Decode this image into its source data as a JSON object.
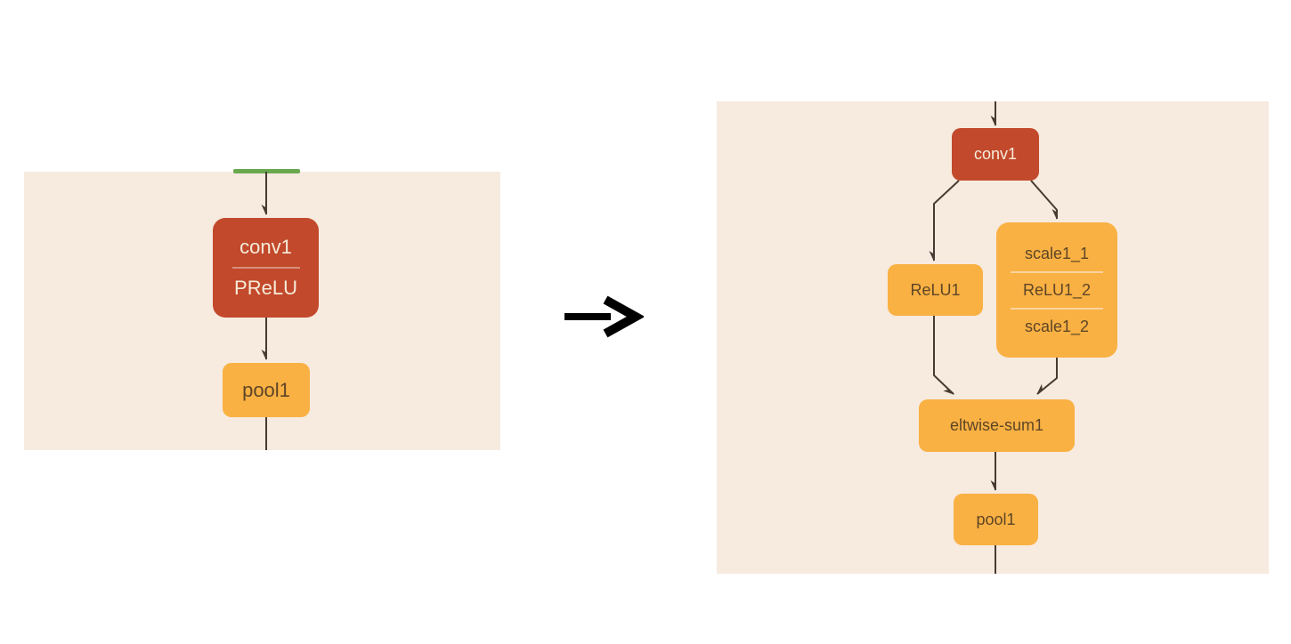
{
  "figure": {
    "before_panel": {
      "nodes": {
        "conv1": {
          "top_label": "conv1",
          "bottom_label": "PReLU"
        },
        "pool1": {
          "label": "pool1"
        }
      }
    },
    "after_panel": {
      "nodes": {
        "conv1": {
          "label": "conv1"
        },
        "relu1": {
          "label": "ReLU1"
        },
        "scale_stack": {
          "rows": [
            "scale1_1",
            "ReLU1_2",
            "scale1_2"
          ]
        },
        "eltwise_sum1": {
          "label": "eltwise-sum1"
        },
        "pool1": {
          "label": "pool1"
        }
      }
    }
  },
  "colors": {
    "panel_bg": "#f7eadf",
    "node_red": "#c2492c",
    "node_yellow": "#f9b143",
    "edge": "#473a31",
    "green_edge": "#6aa84f",
    "text_light": "#f6ecda",
    "text_dark": "#5e4526",
    "divider_on_red": "#d68f7b",
    "divider_on_yellow": "#fbd3a0",
    "transform_arrow": "#000000"
  }
}
